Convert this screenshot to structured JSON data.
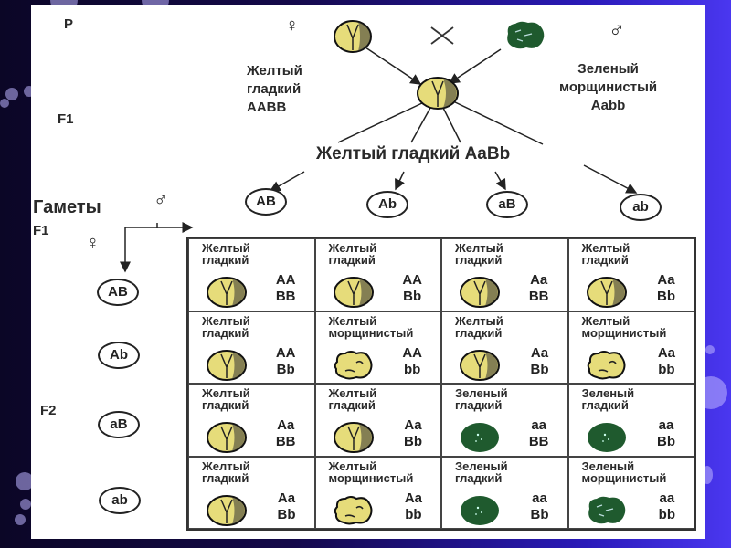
{
  "diagram": {
    "title_labels": {
      "parents": "P",
      "f1": "F1",
      "gametes": "Гаметы",
      "gametes_f1": "F1",
      "f2": "F2",
      "cross_symbol": "×",
      "female_symbol": "♀",
      "male_symbol": "♂"
    },
    "parent_female": {
      "phenotype_line1": "Желтый",
      "phenotype_line2": "гладкий",
      "genotype": "AABB",
      "pea": "yellow-smooth"
    },
    "parent_male": {
      "phenotype_line1": "Зеленый",
      "phenotype_line2": "морщинистый",
      "genotype": "Aabb",
      "pea": "green-wrinkled"
    },
    "f1_offspring": {
      "label": "Желтый гладкий AaBb",
      "pea": "yellow-smooth"
    },
    "male_gametes": [
      "AB",
      "Ab",
      "aB",
      "ab"
    ],
    "female_gametes": [
      "AB",
      "Ab",
      "aB",
      "ab"
    ],
    "punnett": [
      [
        {
          "phenotype": "Желтый\nгладкий",
          "genotype": "AA\nBB",
          "pea": "yellow-smooth"
        },
        {
          "phenotype": "Желтый\nгладкий",
          "genotype": "AA\nBb",
          "pea": "yellow-smooth"
        },
        {
          "phenotype": "Желтый\nгладкий",
          "genotype": "Aa\nBB",
          "pea": "yellow-smooth"
        },
        {
          "phenotype": "Желтый\nгладкий",
          "genotype": "Aa\nBb",
          "pea": "yellow-smooth"
        }
      ],
      [
        {
          "phenotype": "Желтый\nгладкий",
          "genotype": "AA\nBb",
          "pea": "yellow-smooth"
        },
        {
          "phenotype": "Желтый\nморщинистый",
          "genotype": "AA\nbb",
          "pea": "yellow-wrinkled"
        },
        {
          "phenotype": "Желтый\nгладкий",
          "genotype": "Aa\nBb",
          "pea": "yellow-smooth"
        },
        {
          "phenotype": "Желтый\nморщинистый",
          "genotype": "Aa\nbb",
          "pea": "yellow-wrinkled"
        }
      ],
      [
        {
          "phenotype": "Желтый\nгладкий",
          "genotype": "Aa\nBB",
          "pea": "yellow-smooth"
        },
        {
          "phenotype": "Желтый\nгладкий",
          "genotype": "Aa\nBb",
          "pea": "yellow-smooth"
        },
        {
          "phenotype": "Зеленый\nгладкий",
          "genotype": "aa\nBB",
          "pea": "green-smooth"
        },
        {
          "phenotype": "Зеленый\nгладкий",
          "genotype": "aa\nBb",
          "pea": "green-smooth"
        }
      ],
      [
        {
          "phenotype": "Желтый\nгладкий",
          "genotype": "Aa\nBb",
          "pea": "yellow-smooth"
        },
        {
          "phenotype": "Желтый\nморщинистый",
          "genotype": "Aa\nbb",
          "pea": "yellow-wrinkled"
        },
        {
          "phenotype": "Зеленый\nгладкий",
          "genotype": "aa\nBb",
          "pea": "green-smooth"
        },
        {
          "phenotype": "Зеленый\nморщинистый",
          "genotype": "aa\nbb",
          "pea": "green-wrinkled"
        }
      ]
    ],
    "colors": {
      "yellow_pea": "#e6dc7a",
      "green_pea": "#1f5a2e",
      "text": "#2a2a2a"
    }
  }
}
